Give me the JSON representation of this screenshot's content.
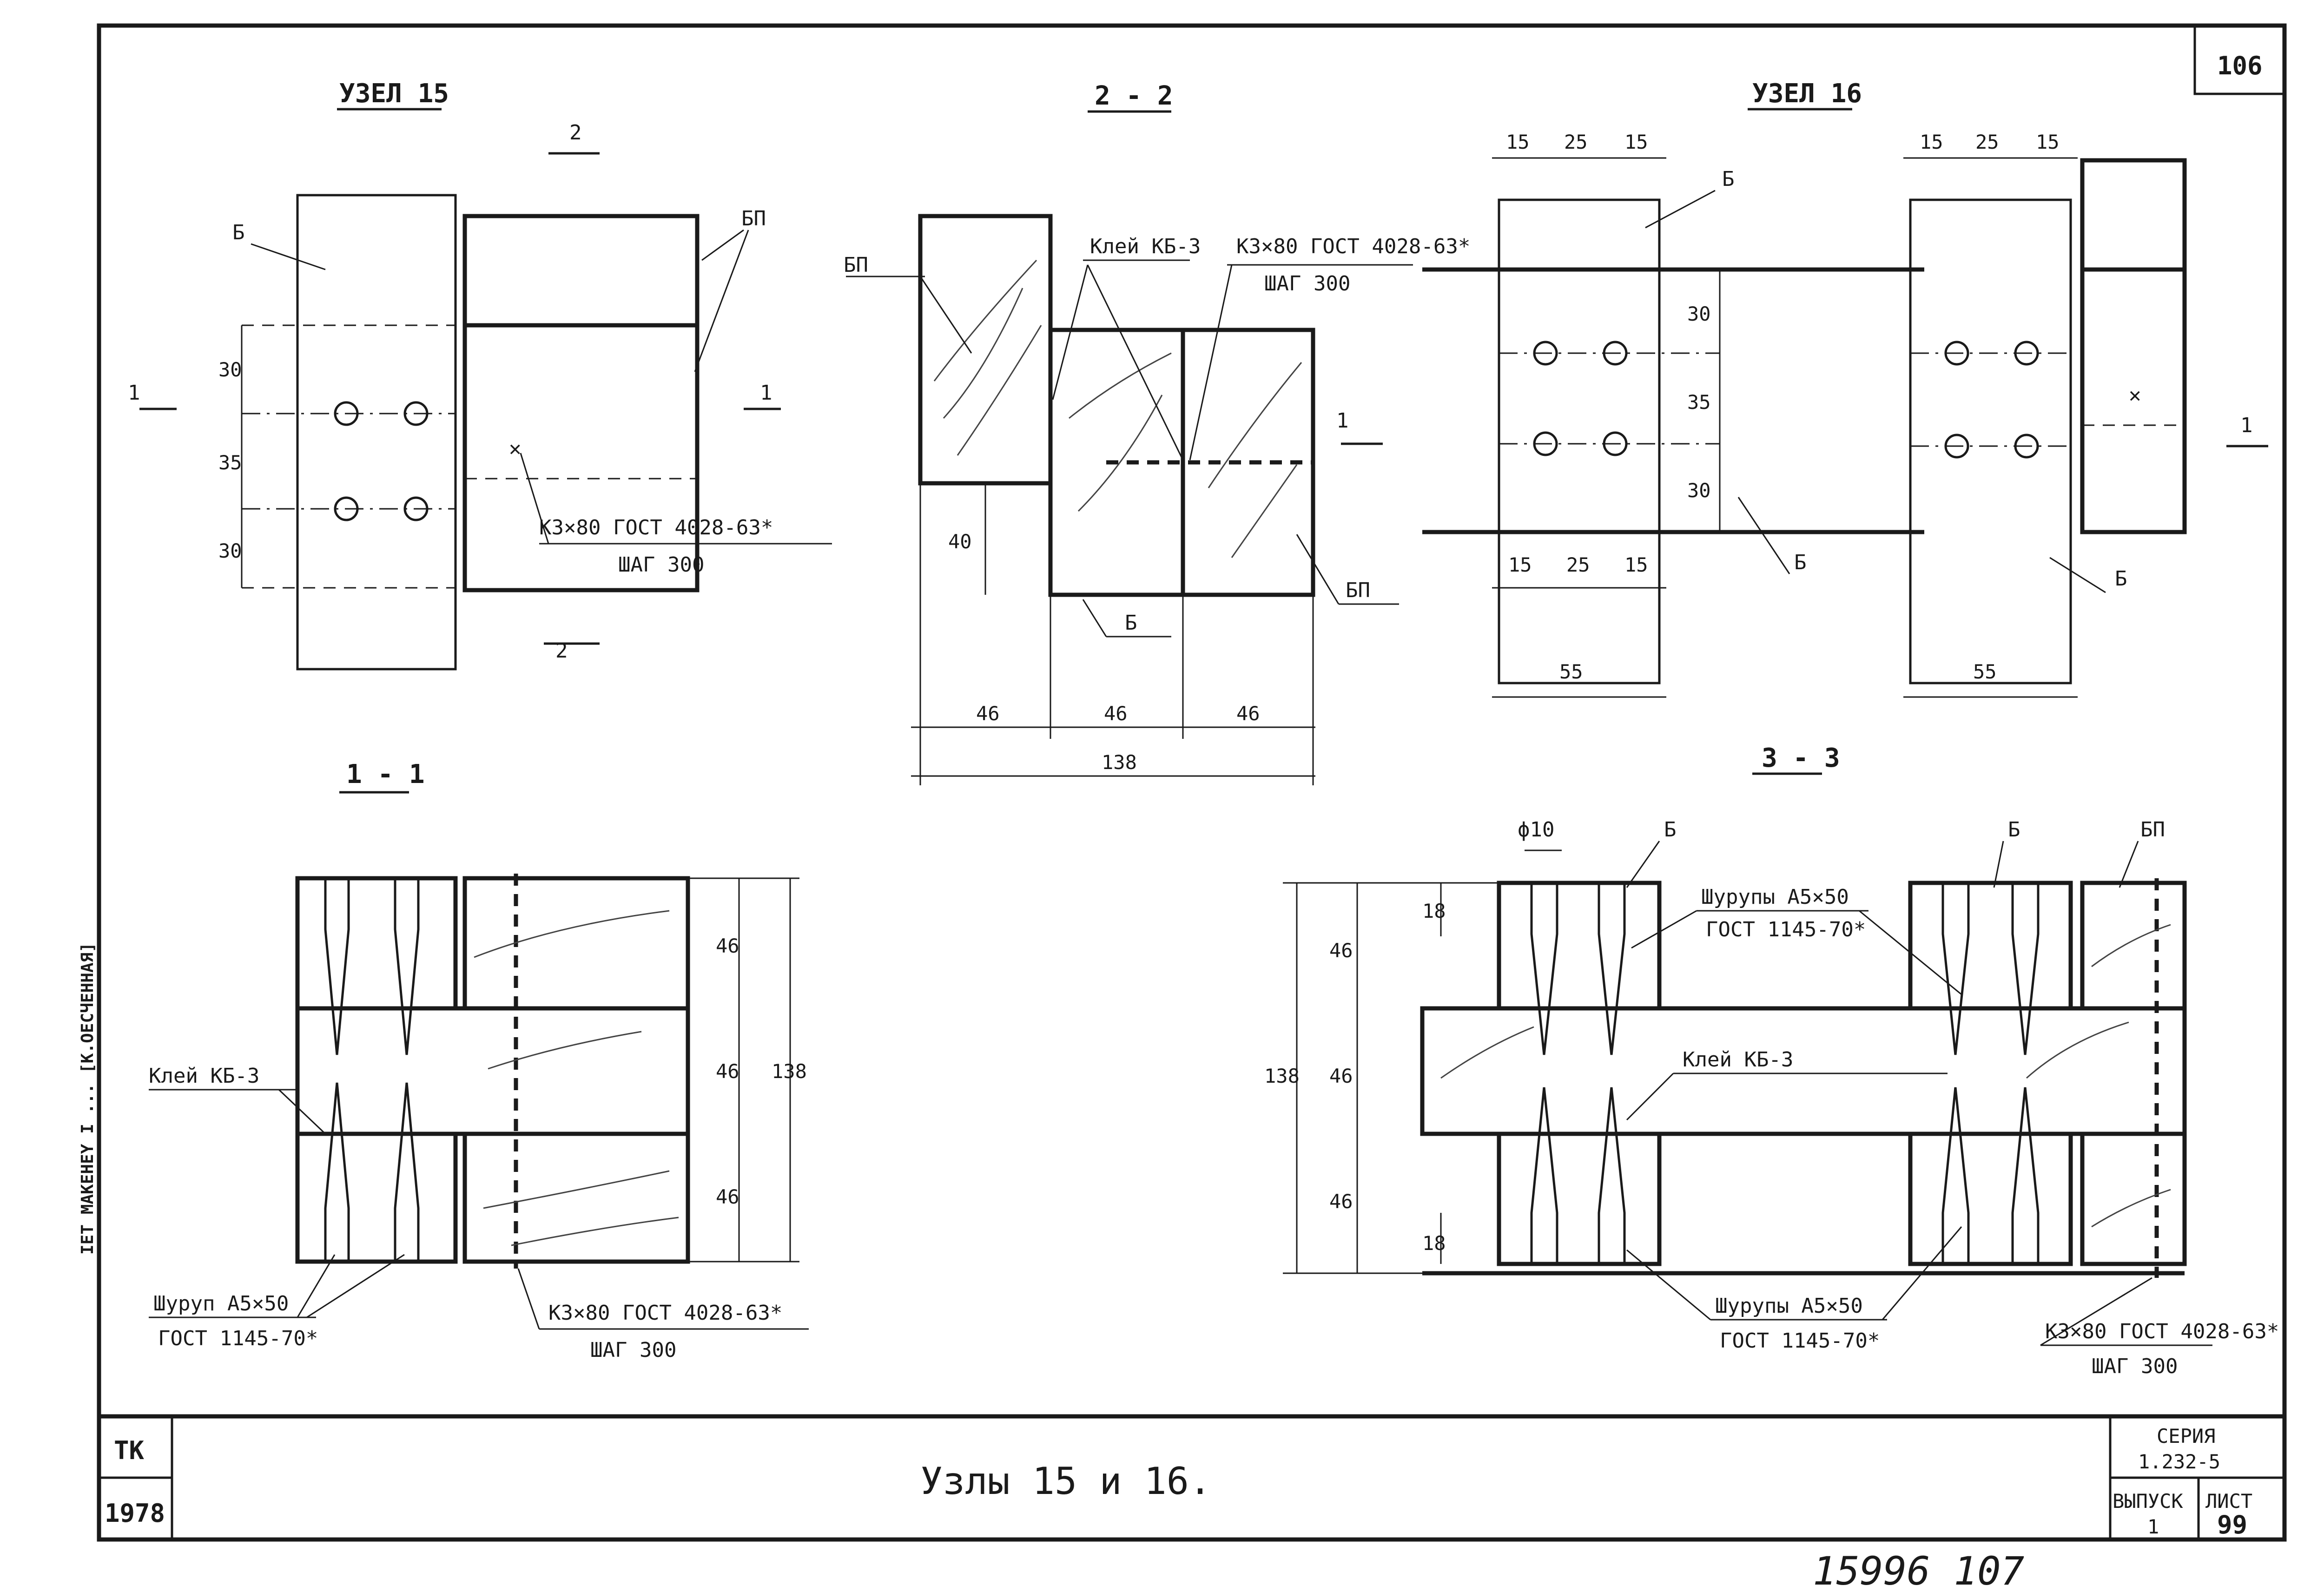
{
  "page_number": "106",
  "margin_note": "IET MAKEHEY  I  ...  [K.OECЧEHHAЯ]",
  "views": {
    "node15": {
      "title": "УЗЕЛ 15",
      "label_b": "Б",
      "label_bp": "БП",
      "section_1": "1",
      "section_2": "2",
      "dims": [
        "30",
        "35",
        "30"
      ],
      "nail_line1": "К3×80 ГОСТ 4028-63*",
      "nail_line2": "ШАГ 300"
    },
    "section22": {
      "title": "2 - 2",
      "label_bp_top": "БП",
      "glue": "Клей КБ-3",
      "nail_line1": "К3×80 ГОСТ 4028-63*",
      "nail_line2": "ШАГ 300",
      "label_b": "Б",
      "label_bp_bottom": "БП",
      "section_1": "1",
      "dim_40": "40",
      "dims_46": [
        "46",
        "46",
        "46"
      ],
      "dim_total": "138"
    },
    "node16": {
      "title": "УЗЕЛ 16",
      "dims_top": [
        "15",
        "25",
        "15"
      ],
      "dims_top_right": [
        "15",
        "25",
        "15"
      ],
      "dims_bottom": [
        "15",
        "25",
        "15"
      ],
      "dims_vert": [
        "30",
        "35",
        "30"
      ],
      "dim_55_left": "55",
      "dim_55_right": "55",
      "label_b": "Б",
      "section_1": "1"
    },
    "section11": {
      "title": "1 - 1",
      "glue": "Клей КБ-3",
      "screw_line1": "Шуруп А5×50",
      "screw_line2": "ГОСТ 1145-70*",
      "nail_line1": "К3×80 ГОСТ 4028-63*",
      "nail_line2": "ШАГ 300",
      "dims": [
        "46",
        "46",
        "46"
      ],
      "dim_total": "138"
    },
    "section33": {
      "title": "3 - 3",
      "phi": "ϕ10",
      "label_b": "Б",
      "label_bp": "БП",
      "screw_top_line1": "Шурупы А5×50",
      "screw_top_line2": "ГОСТ 1145-70*",
      "glue": "Клей КБ-3",
      "screw_bot_line1": "Шурупы А5×50",
      "screw_bot_line2": "ГОСТ 1145-70*",
      "nail_line1": "К3×80 ГОСТ 4028-63*",
      "nail_line2": "ШАГ 300",
      "dims": [
        "46",
        "46",
        "46"
      ],
      "dim_18": "18",
      "dim_total": "138"
    }
  },
  "stamp": {
    "code": "ТК",
    "year": "1978",
    "title": "Узлы 15 и 16.",
    "series_label": "СЕРИЯ",
    "series_value": "1.232-5",
    "issue_label": "ВЫПУСК",
    "issue_value": "1",
    "sheet_label": "ЛИСТ",
    "sheet_value": "99"
  },
  "handwritten_footer": "15996  107"
}
